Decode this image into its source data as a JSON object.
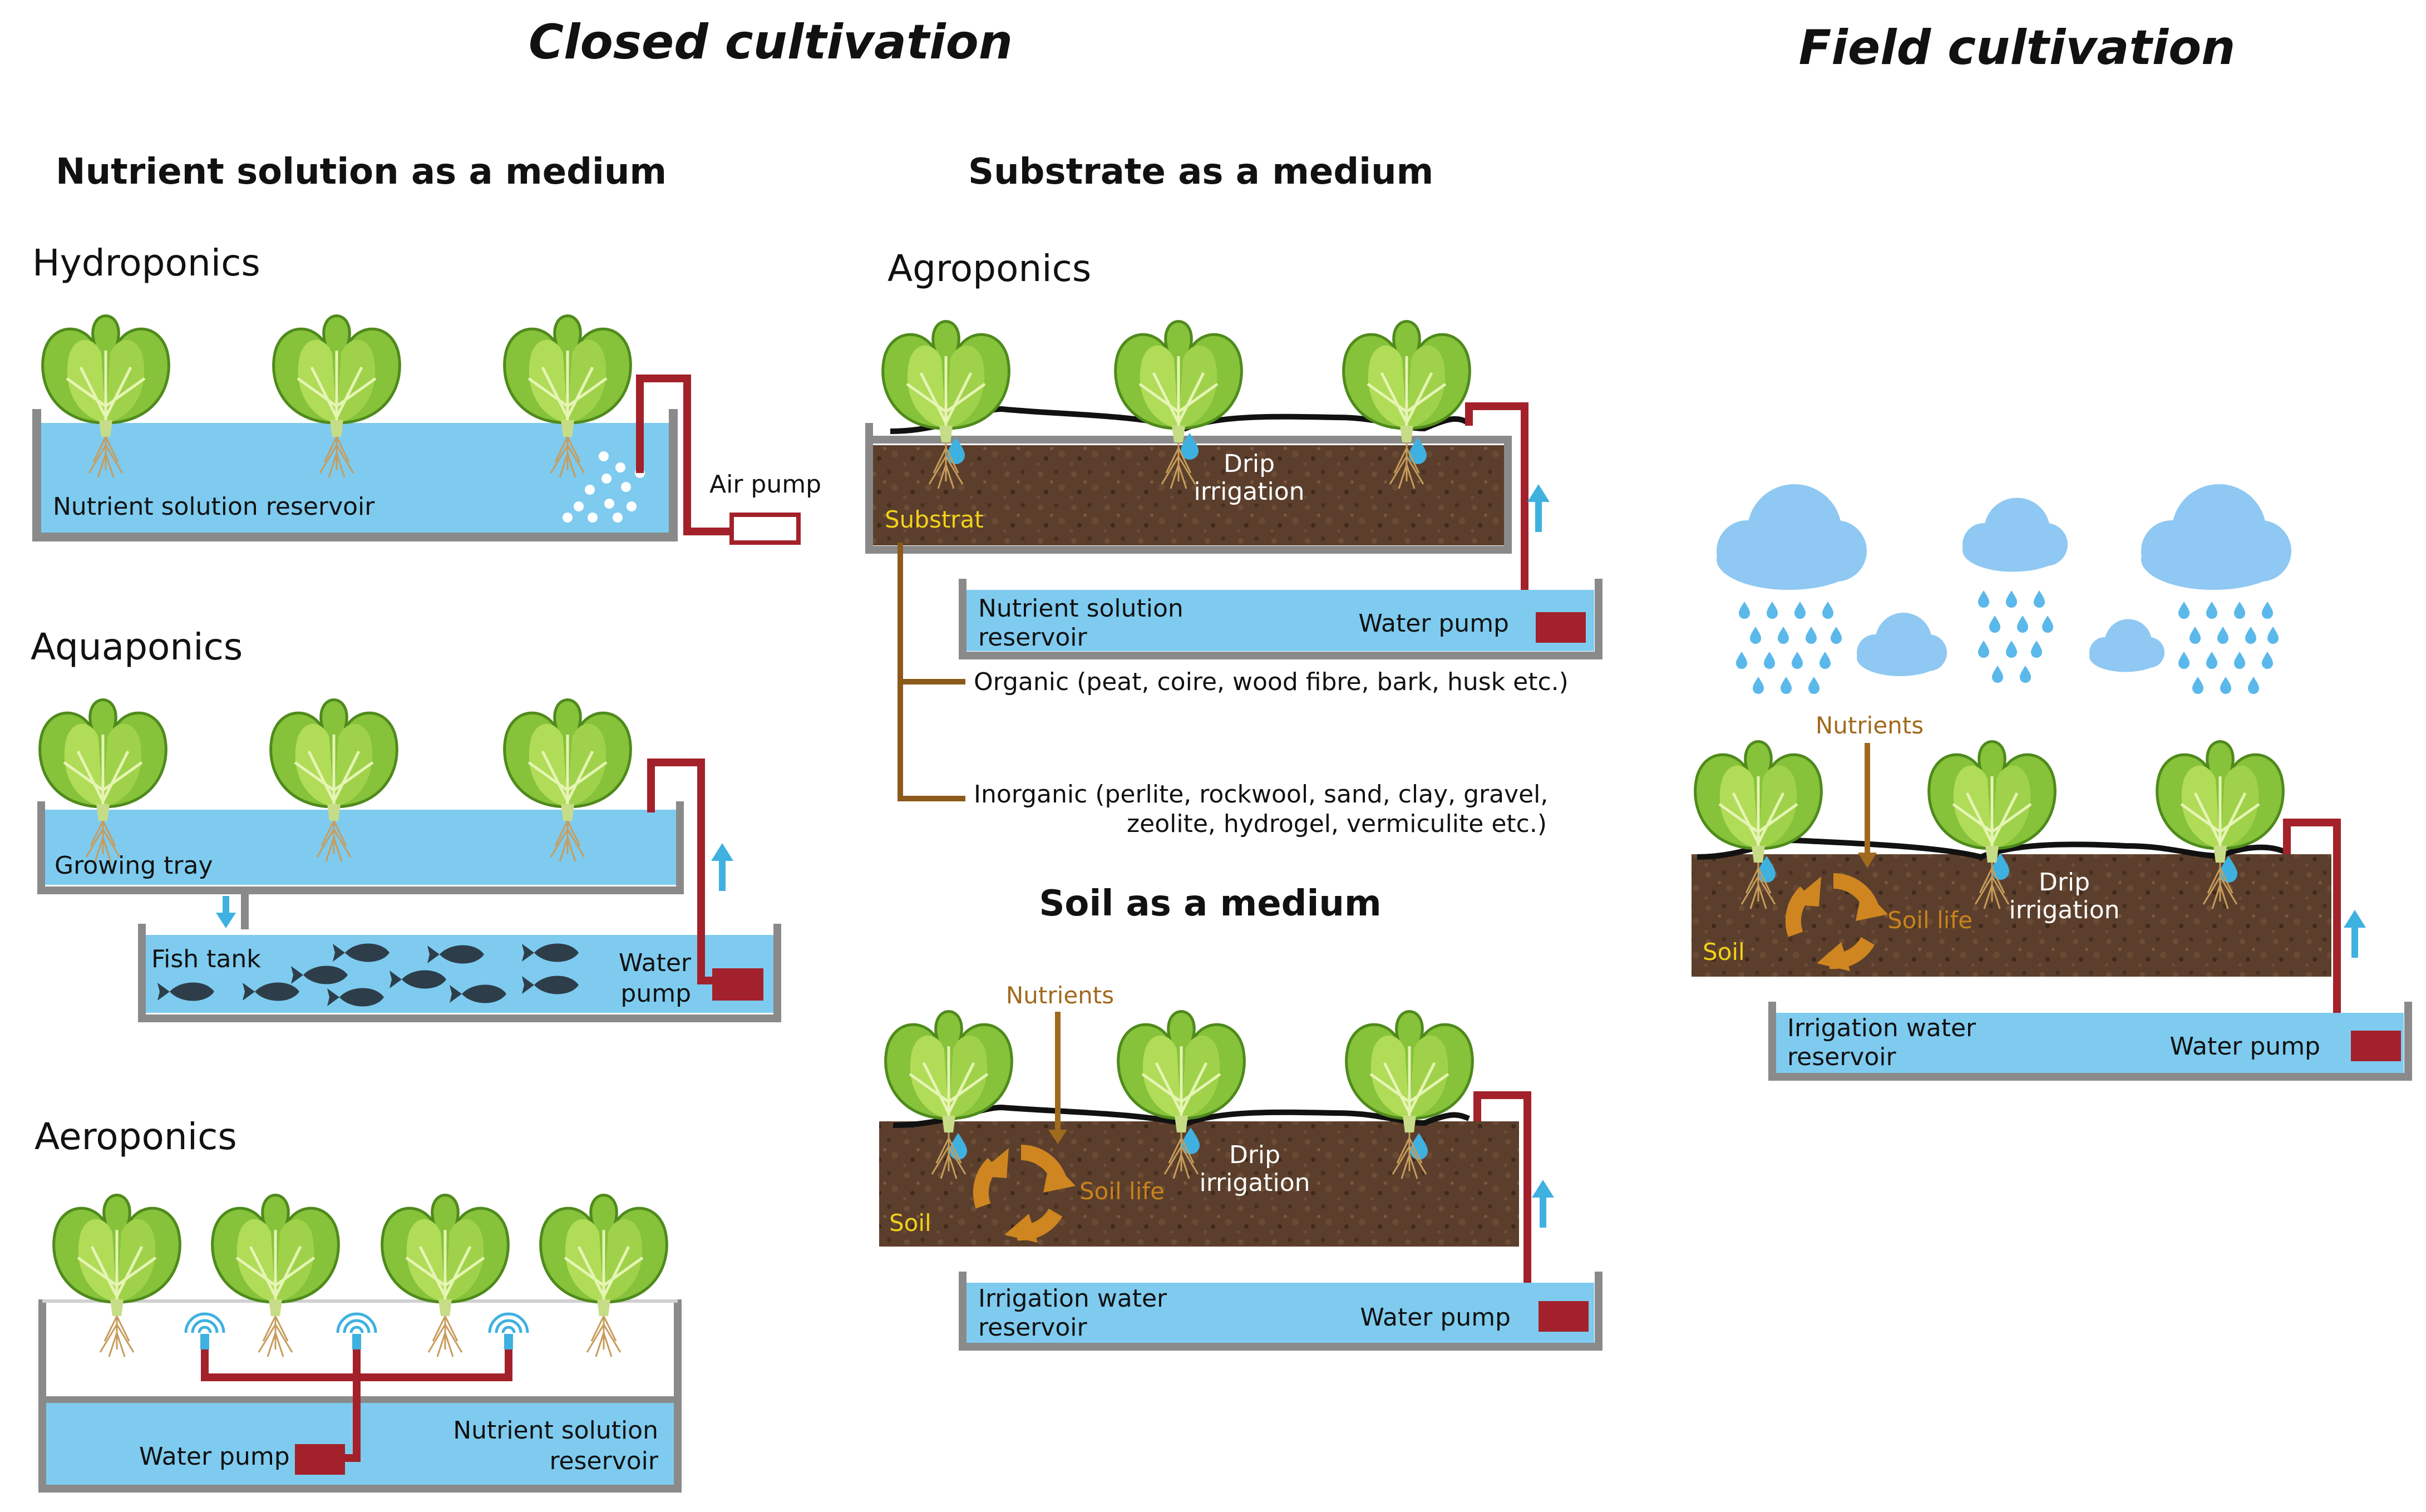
{
  "titles": {
    "closed": "Closed cultivation",
    "field": "Field cultivation"
  },
  "headings": {
    "nutrient_medium": "Nutrient solution as a medium",
    "substrate_medium": "Substrate as a medium",
    "soil_medium": "Soil as a medium"
  },
  "hydroponics": {
    "title": "Hydroponics",
    "reservoir_label": "Nutrient solution reservoir",
    "air_pump_label": "Air pump"
  },
  "aquaponics": {
    "title": "Aquaponics",
    "tray_label": "Growing tray",
    "fish_tank_label": "Fish tank",
    "pump_label_1": "Water",
    "pump_label_2": "pump"
  },
  "aeroponics": {
    "title": "Aeroponics",
    "pump_label": "Water pump",
    "reservoir_label_1": "Nutrient solution",
    "reservoir_label_2": "reservoir"
  },
  "agroponics": {
    "title": "Agroponics",
    "drip_1": "Drip",
    "drip_2": "irrigation",
    "substrate_label": "Substrat",
    "reservoir_label_1": "Nutrient solution",
    "reservoir_label_2": "reservoir",
    "pump_label": "Water pump",
    "organic": "Organic (peat, coire, wood fibre, bark, husk etc.)",
    "inorganic_1": "Inorganic (perlite, rockwool, sand, clay, gravel,",
    "inorganic_2": "zeolite, hydrogel, vermiculite etc.)"
  },
  "soil": {
    "nutrients_label": "Nutrients",
    "soil_life_label": "Soil life",
    "drip_1": "Drip",
    "drip_2": "irrigation",
    "soil_label": "Soil",
    "reservoir_label_1": "Irrigation water",
    "reservoir_label_2": "reservoir",
    "pump_label": "Water pump"
  },
  "field": {
    "nutrients_label": "Nutrients",
    "soil_life_label": "Soil life",
    "drip_1": "Drip",
    "drip_2": "irrigation",
    "soil_label": "Soil",
    "reservoir_label_1": "Irrigation water",
    "reservoir_label_2": "reservoir",
    "pump_label": "Water pump"
  },
  "colors": {
    "water": "#7ecbef",
    "wall": "#8a8a8a",
    "pipe": "#a3212a",
    "soil": "#5b3f2c",
    "arrow": "#3fb1e0",
    "cloud": "#8fc8f2",
    "rain": "#5bb8ea",
    "fish": "#2d3e4a",
    "nutrient_brown": "#a06a1e",
    "soil_life": "#cf8621",
    "substrate_yellow": "#f2d21a"
  }
}
